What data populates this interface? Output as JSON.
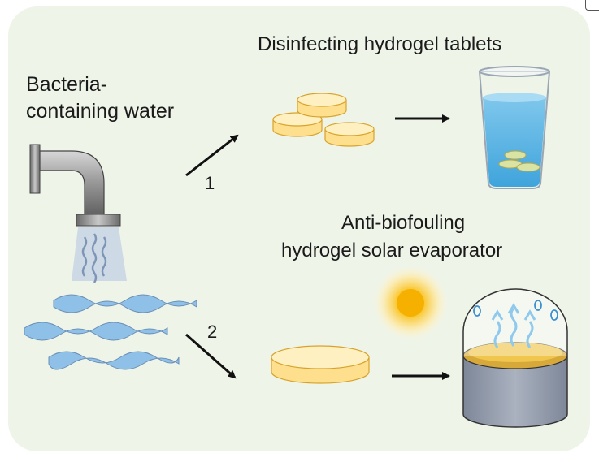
{
  "labels": {
    "source_line1": "Bacteria-",
    "source_line2": "containing water",
    "top_title": "Disinfecting hydrogel tablets",
    "bottom_title_line1": "Anti-biofouling",
    "bottom_title_line2": "hydrogel solar evaporator",
    "path1_number": "1",
    "path2_number": "2"
  },
  "colors": {
    "panel_background": "#eef4e8",
    "hydrogel_yellow": "#fde7a0",
    "hydrogel_outline": "#e0ad2e",
    "water_blue": "#8fcdee",
    "sun_core": "#f7b500",
    "evaporator_body": "#9aa3b3",
    "pipe_gray": "#8c8c8c"
  },
  "icons": {
    "faucet": "water-pipe-icon",
    "tablets": "hydrogel-tablets-icon",
    "glass": "glass-of-water-icon",
    "sun": "sun-icon",
    "evaporator": "solar-evaporator-icon"
  }
}
